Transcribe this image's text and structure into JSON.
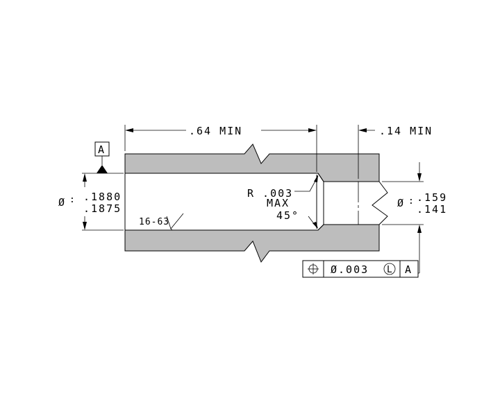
{
  "datum": {
    "letter": "A"
  },
  "dimensions": {
    "length_min": ".64 MIN",
    "step_min": ".14 MIN",
    "bore_symbol": "Ø",
    "bore_upper": ".1880",
    "bore_lower": ".1875",
    "counterbore_symbol": "Ø",
    "counterbore_upper": ".159",
    "counterbore_lower": ".141",
    "radius_value": "R .003",
    "radius_qualifier": "MAX",
    "chamfer": "45°",
    "surface_finish": "16-63"
  },
  "feature_control_frame": {
    "symbol": "⊕",
    "tolerance": "Ø.003",
    "modifier": "L",
    "datum_ref": "A"
  },
  "colors": {
    "part_fill": "#bdbdbd",
    "line": "#000000"
  }
}
